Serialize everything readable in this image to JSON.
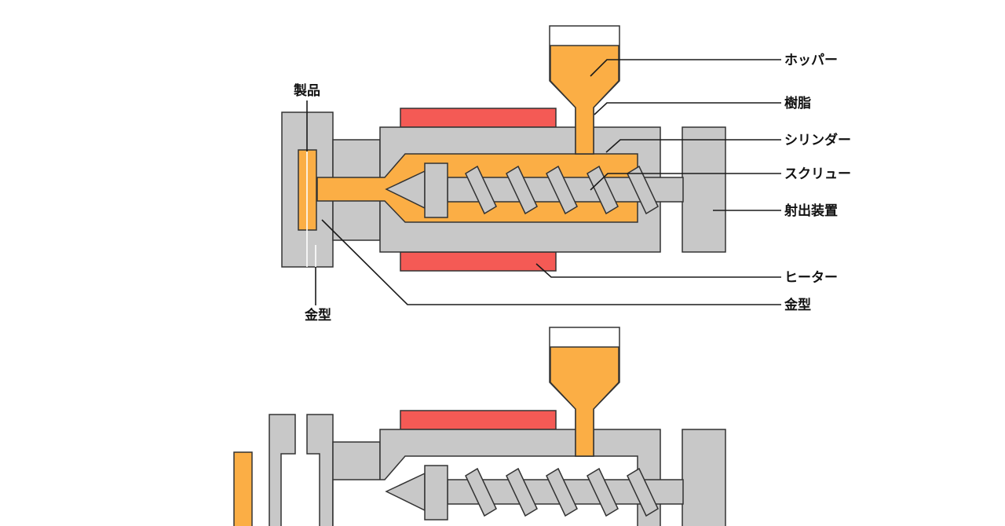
{
  "diagram": {
    "top": {
      "labels": {
        "product": "製品",
        "mold_left": "金型",
        "hopper": "ホッパー",
        "resin": "樹脂",
        "cylinder": "シリンダー",
        "screw": "スクリュー",
        "injection_unit": "射出装置",
        "heater": "ヒーター",
        "mold_right": "金型"
      }
    }
  },
  "colors": {
    "resin": "#fbae45",
    "heater": "#f45a55",
    "machine": "#c8c8c8",
    "outline": "#333333"
  }
}
